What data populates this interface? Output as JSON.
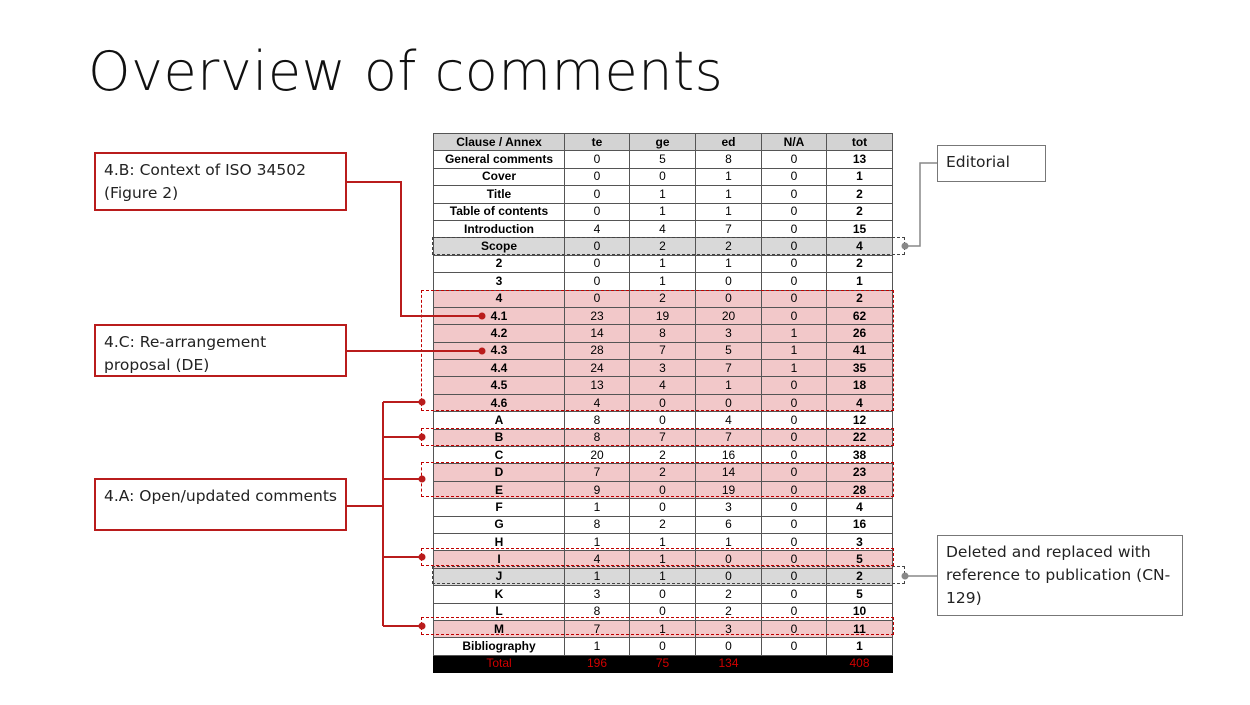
{
  "title": "Overview of comments",
  "table": {
    "headers": [
      "Clause / Annex",
      "te",
      "ge",
      "ed",
      "N/A",
      "tot"
    ],
    "rows": [
      {
        "clause": "General comments",
        "te": "0",
        "ge": "5",
        "ed": "8",
        "na": "0",
        "tot": "13",
        "hl": ""
      },
      {
        "clause": "Cover",
        "te": "0",
        "ge": "0",
        "ed": "1",
        "na": "0",
        "tot": "1",
        "hl": ""
      },
      {
        "clause": "Title",
        "te": "0",
        "ge": "1",
        "ed": "1",
        "na": "0",
        "tot": "2",
        "hl": ""
      },
      {
        "clause": "Table of contents",
        "te": "0",
        "ge": "1",
        "ed": "1",
        "na": "0",
        "tot": "2",
        "hl": ""
      },
      {
        "clause": "Introduction",
        "te": "4",
        "ge": "4",
        "ed": "7",
        "na": "0",
        "tot": "15",
        "hl": ""
      },
      {
        "clause": "Scope",
        "te": "0",
        "ge": "2",
        "ed": "2",
        "na": "0",
        "tot": "4",
        "hl": "grey"
      },
      {
        "clause": "2",
        "te": "0",
        "ge": "1",
        "ed": "1",
        "na": "0",
        "tot": "2",
        "hl": ""
      },
      {
        "clause": "3",
        "te": "0",
        "ge": "1",
        "ed": "0",
        "na": "0",
        "tot": "1",
        "hl": ""
      },
      {
        "clause": "4",
        "te": "0",
        "ge": "2",
        "ed": "0",
        "na": "0",
        "tot": "2",
        "hl": "pink"
      },
      {
        "clause": "4.1",
        "te": "23",
        "ge": "19",
        "ed": "20",
        "na": "0",
        "tot": "62",
        "hl": "pink"
      },
      {
        "clause": "4.2",
        "te": "14",
        "ge": "8",
        "ed": "3",
        "na": "1",
        "tot": "26",
        "hl": "pink"
      },
      {
        "clause": "4.3",
        "te": "28",
        "ge": "7",
        "ed": "5",
        "na": "1",
        "tot": "41",
        "hl": "pink"
      },
      {
        "clause": "4.4",
        "te": "24",
        "ge": "3",
        "ed": "7",
        "na": "1",
        "tot": "35",
        "hl": "pink"
      },
      {
        "clause": "4.5",
        "te": "13",
        "ge": "4",
        "ed": "1",
        "na": "0",
        "tot": "18",
        "hl": "pink"
      },
      {
        "clause": "4.6",
        "te": "4",
        "ge": "0",
        "ed": "0",
        "na": "0",
        "tot": "4",
        "hl": "pink"
      },
      {
        "clause": "A",
        "te": "8",
        "ge": "0",
        "ed": "4",
        "na": "0",
        "tot": "12",
        "hl": ""
      },
      {
        "clause": "B",
        "te": "8",
        "ge": "7",
        "ed": "7",
        "na": "0",
        "tot": "22",
        "hl": "pink"
      },
      {
        "clause": "C",
        "te": "20",
        "ge": "2",
        "ed": "16",
        "na": "0",
        "tot": "38",
        "hl": ""
      },
      {
        "clause": "D",
        "te": "7",
        "ge": "2",
        "ed": "14",
        "na": "0",
        "tot": "23",
        "hl": "pink"
      },
      {
        "clause": "E",
        "te": "9",
        "ge": "0",
        "ed": "19",
        "na": "0",
        "tot": "28",
        "hl": "pink"
      },
      {
        "clause": "F",
        "te": "1",
        "ge": "0",
        "ed": "3",
        "na": "0",
        "tot": "4",
        "hl": ""
      },
      {
        "clause": "G",
        "te": "8",
        "ge": "2",
        "ed": "6",
        "na": "0",
        "tot": "16",
        "hl": ""
      },
      {
        "clause": "H",
        "te": "1",
        "ge": "1",
        "ed": "1",
        "na": "0",
        "tot": "3",
        "hl": ""
      },
      {
        "clause": "I",
        "te": "4",
        "ge": "1",
        "ed": "0",
        "na": "0",
        "tot": "5",
        "hl": "pink"
      },
      {
        "clause": "J",
        "te": "1",
        "ge": "1",
        "ed": "0",
        "na": "0",
        "tot": "2",
        "hl": "grey"
      },
      {
        "clause": "K",
        "te": "3",
        "ge": "0",
        "ed": "2",
        "na": "0",
        "tot": "5",
        "hl": ""
      },
      {
        "clause": "L",
        "te": "8",
        "ge": "0",
        "ed": "2",
        "na": "0",
        "tot": "10",
        "hl": ""
      },
      {
        "clause": "M",
        "te": "7",
        "ge": "1",
        "ed": "3",
        "na": "0",
        "tot": "11",
        "hl": "pink"
      },
      {
        "clause": "Bibliography",
        "te": "1",
        "ge": "0",
        "ed": "0",
        "na": "0",
        "tot": "1",
        "hl": ""
      }
    ],
    "total": {
      "clause": "Total",
      "te": "196",
      "ge": "75",
      "ed": "134",
      "na": "",
      "tot": "408"
    }
  },
  "callouts": {
    "context": "4.B: Context of ISO 34502 (Figure 2)",
    "rearrange": "4.C: Re-arrangement proposal (DE)",
    "open": "4.A: Open/updated comments",
    "editorial": "Editorial",
    "deleted": "Deleted and replaced with reference to publication (CN-129)"
  },
  "colors": {
    "accent": "#c00000",
    "highlight": "#f2c8c9",
    "grey_row": "#d9d9d9"
  }
}
